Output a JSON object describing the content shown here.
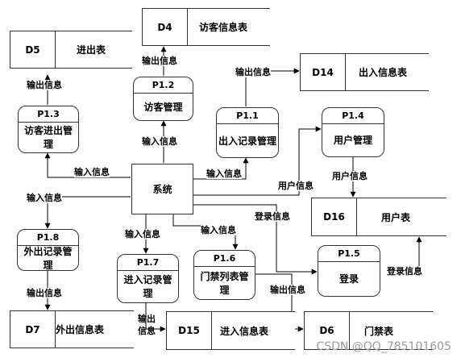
{
  "entity": {
    "name": "系统"
  },
  "stores": {
    "d4": {
      "id": "D4",
      "name": "访客信息表"
    },
    "d5": {
      "id": "D5",
      "name": "进出表"
    },
    "d14": {
      "id": "D14",
      "name": "出入信息表"
    },
    "d16": {
      "id": "D16",
      "name": "用户表"
    },
    "d7": {
      "id": "D7",
      "name": "外出信息表"
    },
    "d15": {
      "id": "D15",
      "name": "进入信息表"
    },
    "d6": {
      "id": "D6",
      "name": "门禁表"
    }
  },
  "processes": {
    "p12": {
      "id": "P1.2",
      "name": "访客管理"
    },
    "p13": {
      "id": "P1.3",
      "name": "访客进出管理"
    },
    "p11": {
      "id": "P1.1",
      "name": "出入记录管理"
    },
    "p14": {
      "id": "P1.4",
      "name": "用户管理"
    },
    "p18": {
      "id": "P1.8",
      "name": "外出记录管理"
    },
    "p17": {
      "id": "P1.7",
      "name": "进入记录管理"
    },
    "p16": {
      "id": "P1.6",
      "name": "门禁列表管理"
    },
    "p15": {
      "id": "P1.5",
      "name": "登录"
    }
  },
  "flows": {
    "out_d4": "输出信息",
    "out_d5": "输出信息",
    "out_d14": "输出信息",
    "in_p12": "输入信息",
    "in_p13": "输入信息",
    "in_p11": "输入信息",
    "user_info_sys": "用户信息",
    "user_info_p14": "用户信息",
    "in_p18": "输入信息",
    "login_info": "登录信息",
    "in_p17": "输入信息",
    "in_p16": "输入信息",
    "out_d7": "输出信息",
    "out_d15": "输出信息",
    "out_d6": "输出信息",
    "login_info_p15": "登录信息"
  },
  "watermark": "CSDN @QQ_785101605"
}
